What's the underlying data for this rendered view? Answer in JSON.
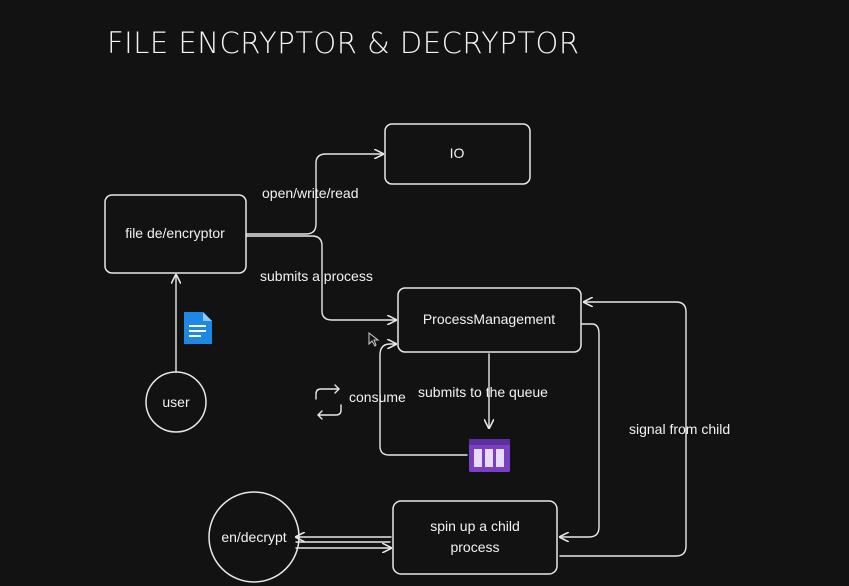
{
  "title": "FILE ENCRYPTOR & DECRYPTOR",
  "nodes": {
    "io": "IO",
    "file": "file de/encryptor",
    "pm": "ProcessManagement",
    "user": "user",
    "child_line1": "spin up a child",
    "child_line2": "process",
    "endecrypt": "en/decrypt"
  },
  "edges": {
    "open": "open/write/read",
    "submits_process": "submits a process",
    "submits_queue": "submits to the queue",
    "consume": "consume",
    "signal": "signal from child"
  },
  "icons": {
    "document": "document-icon",
    "queue": "queue-icon",
    "consume": "refresh-arrows-icon",
    "cursor": "cursor-icon"
  },
  "colors": {
    "background": "#121212",
    "stroke": "#e8e8e8",
    "doc_blue": "#1e88e5",
    "queue_purple": "#7b3fc4"
  }
}
